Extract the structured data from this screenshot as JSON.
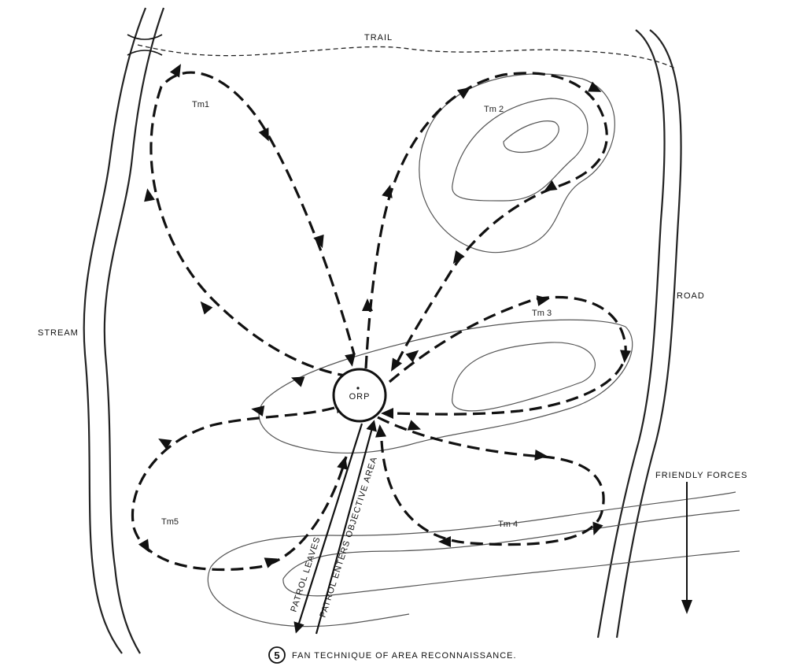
{
  "labels": {
    "trail": "TRAIL",
    "road": "ROAD",
    "stream": "STREAM",
    "orp": "ORP",
    "friendly_forces": "FRIENDLY FORCES",
    "patrol_leaves": "PATROL LEAVES",
    "patrol_enters": "PATROL ENTERS OBJECTIVE AREA"
  },
  "teams": {
    "tm1": "Tm1",
    "tm2": "Tm 2",
    "tm3": "Tm 3",
    "tm4": "Tm 4",
    "tm5": "Tm5"
  },
  "caption": {
    "number": "5",
    "text": "FAN TECHNIQUE OF AREA RECONNAISSANCE."
  }
}
